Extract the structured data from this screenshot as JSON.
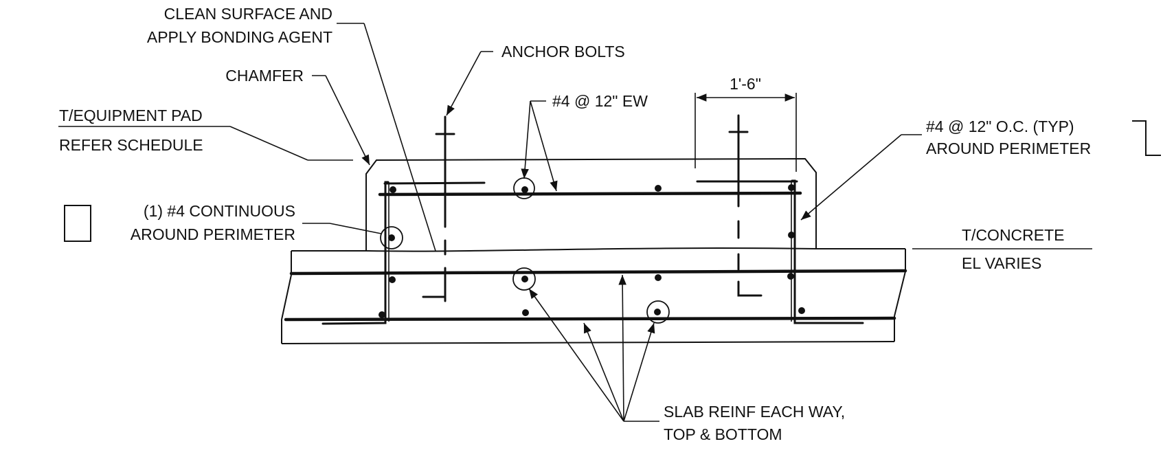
{
  "labels": {
    "clean_surface": [
      "CLEAN SURFACE AND",
      "APPLY BONDING AGENT"
    ],
    "anchor_bolts": "ANCHOR BOLTS",
    "chamfer": "CHAMFER",
    "tequipment": "T/EQUIPMENT PAD",
    "refer_schedule": "REFER SCHEDULE",
    "top_rebar": "#4 @ 12\" EW",
    "dimension": "1'-6\"",
    "perimeter_typ": [
      "#4 @ 12\" O.C. (TYP)",
      "AROUND PERIMETER"
    ],
    "continuous": [
      "(1) #4 CONTINUOUS",
      "AROUND PERIMETER"
    ],
    "tconcrete": "T/CONCRETE",
    "el_varies": "EL VARIES",
    "slab_reinf": [
      "SLAB REINF EACH WAY,",
      "TOP & BOTTOM"
    ]
  }
}
